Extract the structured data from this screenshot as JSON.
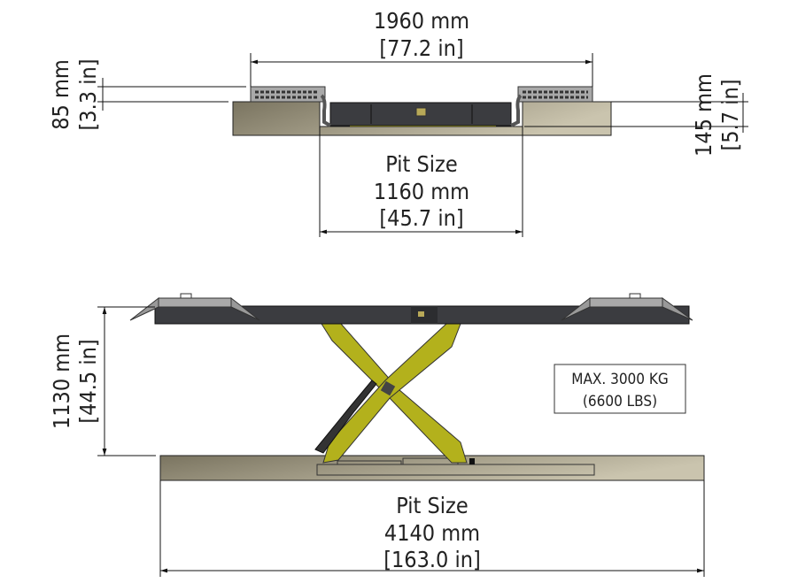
{
  "top_view": {
    "overall_width": {
      "mm": "1960 mm",
      "in": "[77.2 in]"
    },
    "ramp_height": {
      "mm": "85 mm",
      "in": "[3.3 in]"
    },
    "pit_depth": {
      "mm": "145 mm",
      "in": "[5.7 in]"
    },
    "pit_width": {
      "label": "Pit Size",
      "mm": "1160 mm",
      "in": "[45.7 in]"
    }
  },
  "side_view": {
    "lift_height": {
      "mm": "1130 mm",
      "in": "[44.5 in]"
    },
    "capacity": {
      "line1": "MAX. 3000 KG",
      "line2": "(6600 LBS)"
    },
    "pit_length": {
      "label": "Pit Size",
      "mm": "4140 mm",
      "in": "[163.0 in]"
    }
  },
  "colors": {
    "ground_dark": "#7a7460",
    "ground_light": "#cac4ae",
    "platform": "#3b3c40",
    "scissor": "#b3b11c",
    "ramp": "#a9a9a9"
  }
}
